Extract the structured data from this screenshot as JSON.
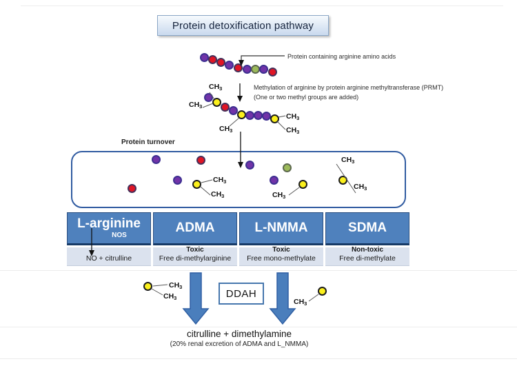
{
  "title": "Protein detoxification pathway",
  "annotations": {
    "protein_label": "Protein containing arginine amino acids",
    "methylation_line1": "Methylation of arginine by protein arginine methyltransferase (PRMT)",
    "methylation_line2": "(One or two methyl groups are added)",
    "protein_turnover": "Protein turnover"
  },
  "ch3": {
    "base": "CH",
    "sub": "3"
  },
  "table": {
    "columns": [
      {
        "header": "L-arginine",
        "header_sub": "NOS",
        "row1": "",
        "row2": "NO + citrulline"
      },
      {
        "header": "ADMA",
        "header_sub": "",
        "row1": "Toxic",
        "row2": "Free di-methylarginine"
      },
      {
        "header": "L-NMMA",
        "header_sub": "",
        "row1": "Toxic",
        "row2": "Free mono-methylate"
      },
      {
        "header": "SDMA",
        "header_sub": "",
        "row1": "Non-toxic",
        "row2": "Free di-methylate"
      }
    ]
  },
  "bottom": {
    "enzyme": "DDAH",
    "product": "citrulline + dimethylamine",
    "note": "(20% renal excretion of ADMA and L_NMMA)"
  },
  "colors": {
    "table_header_blue": "#4f81bd",
    "table_row_gray": "#dbe2ee",
    "table_dark_border": "#173a66",
    "turnover_box_border": "#2f5aa0",
    "big_arrow_blue": "#4a7ebc",
    "bead_purple": "#7133a8",
    "bead_red": "#e01525",
    "bead_green": "#9cba5a",
    "bead_yellow": "#fbf01d"
  }
}
